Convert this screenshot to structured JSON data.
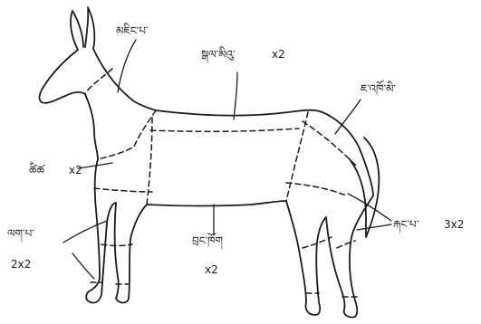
{
  "labels": {
    "head": "མཇིང་པ་",
    "back": "སྒལ་མིའུ་",
    "back_qty": "x2",
    "rump": "ཇ་འཁོ་མི་",
    "shoulder": "ཚིཚ",
    "shoulder_qty": "x2",
    "foreleg": "ལག་པ་",
    "foreleg_qty": "2x2",
    "belly": "བྲང་ཁོག",
    "belly_qty": "x2",
    "hindleg": "རྐང་པ་",
    "hindleg_qty": "3x2"
  }
}
